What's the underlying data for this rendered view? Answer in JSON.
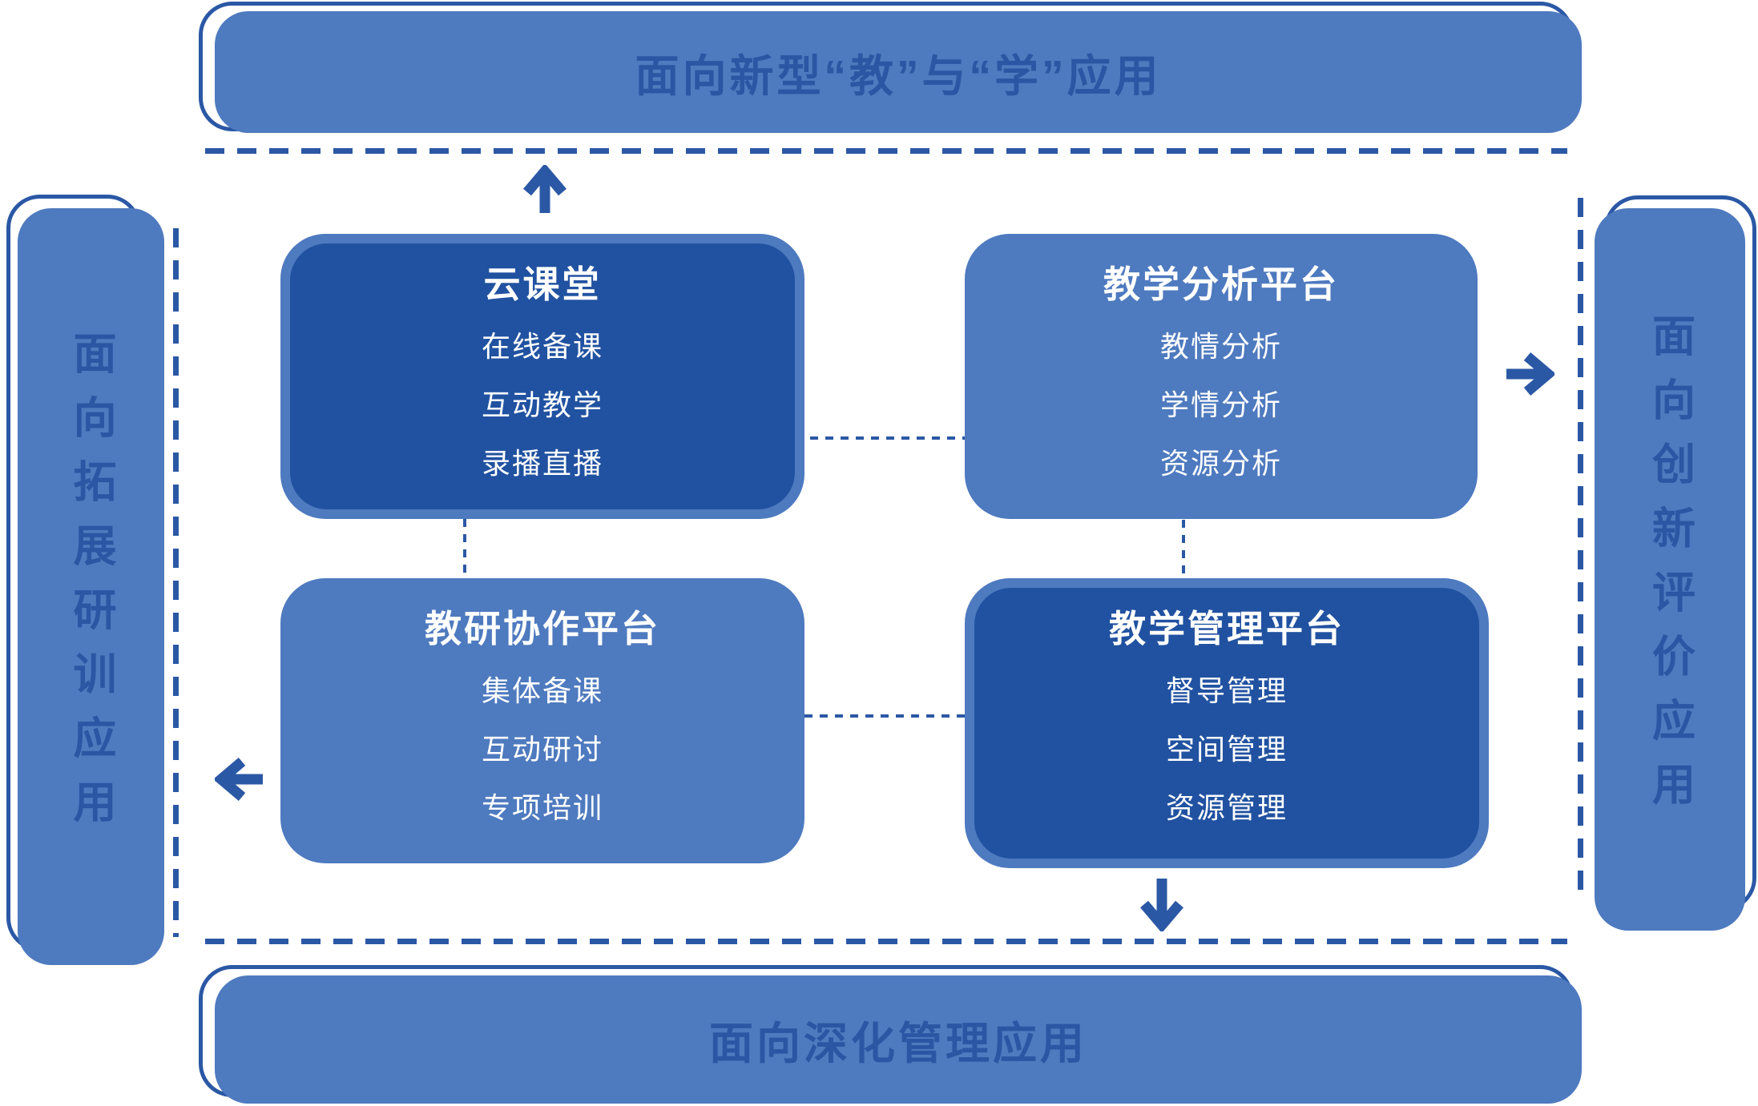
{
  "diagram_title": "education-platform-architecture",
  "banners": {
    "top": {
      "label": "面向新型“教”与“学”应用"
    },
    "bottom": {
      "label": "面向深化管理应用"
    },
    "left": {
      "label": "面向拓展研训应用"
    },
    "right": {
      "label": "面向创新评价应用"
    }
  },
  "boxes": [
    {
      "title": "云课堂",
      "variant": "dark",
      "items": [
        "在线备课",
        "互动教学",
        "录播直播"
      ]
    },
    {
      "title": "教学分析平台",
      "variant": "light",
      "items": [
        "教情分析",
        "学情分析",
        "资源分析"
      ]
    },
    {
      "title": "教研协作平台",
      "variant": "light",
      "items": [
        "集体备课",
        "互动研讨",
        "专项培训"
      ]
    },
    {
      "title": "教学管理平台",
      "variant": "dark",
      "items": [
        "督导管理",
        "空间管理",
        "资源管理"
      ]
    }
  ],
  "icons": {
    "up": "up-arrow-icon",
    "right": "right-arrow-icon",
    "left": "left-arrow-icon",
    "down": "down-arrow-icon"
  },
  "colors": {
    "medium_blue": "#4E7ABF",
    "dark_blue": "#2152A1",
    "outline_blue": "#2B58A5",
    "banner_text_blue": "#2A56A3",
    "card_text": "#FFFFFF",
    "background": "#FFFFFF"
  }
}
